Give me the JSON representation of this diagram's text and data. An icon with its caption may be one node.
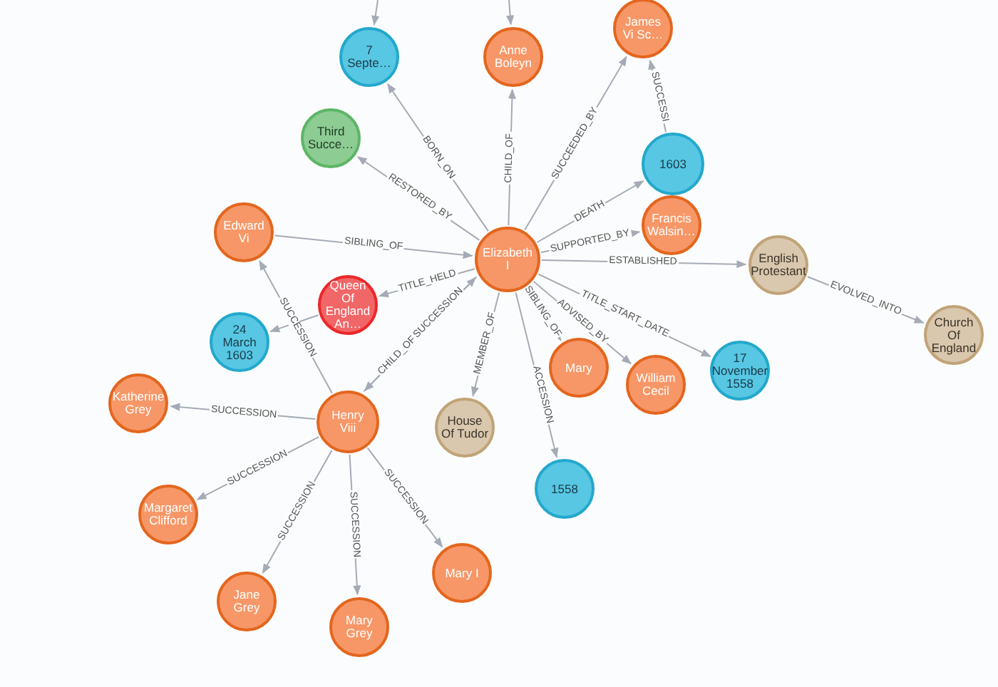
{
  "diagram": {
    "nodes": [
      {
        "text": [
          "Elizabeth I"
        ]
      },
      {
        "text": [
          "7 Septe…"
        ]
      },
      {
        "text": [
          "Anne Boleyn"
        ]
      },
      {
        "text": [
          "James Vi Sc…"
        ]
      },
      {
        "text": [
          "Third Succe…"
        ]
      },
      {
        "text": [
          "1603"
        ]
      },
      {
        "text": [
          "Edward Vi"
        ]
      },
      {
        "text": [
          "Francis Walsin…"
        ]
      },
      {
        "text": [
          "English Protestant"
        ]
      },
      {
        "text": [
          "Queen Of England An…"
        ]
      },
      {
        "text": [
          "24 March 1603"
        ]
      },
      {
        "text": [
          "Church Of England"
        ]
      },
      {
        "text": [
          "Mary"
        ]
      },
      {
        "text": [
          "William Cecil"
        ]
      },
      {
        "text": [
          "17 November 1558"
        ]
      },
      {
        "text": [
          "Katherine Grey"
        ]
      },
      {
        "text": [
          "Henry Viii"
        ]
      },
      {
        "text": [
          "House Of Tudor"
        ]
      },
      {
        "text": [
          "1558"
        ]
      },
      {
        "text": [
          "Margaret Clifford"
        ]
      },
      {
        "text": [
          "Mary I"
        ]
      },
      {
        "text": [
          "Jane Grey"
        ]
      },
      {
        "text": [
          "Mary Grey"
        ]
      }
    ],
    "edges": [
      {
        "from": null,
        "to": 1,
        "arrow": "to"
      },
      {
        "from": null,
        "to": 2,
        "arrow": "to"
      },
      {
        "from": 0,
        "to": 1,
        "arrow": "to",
        "label": "BORN_ON"
      },
      {
        "from": 0,
        "to": 2,
        "arrow": "to",
        "label": "CHILD_OF"
      },
      {
        "from": 0,
        "to": 3,
        "arrow": "to",
        "label": "SUCCEEDED_BY"
      },
      {
        "from": 0,
        "to": 4,
        "arrow": "to",
        "label": "RESTORED_BY"
      },
      {
        "from": 0,
        "to": 5,
        "arrow": "to",
        "label": "DEATH"
      },
      {
        "from": 5,
        "to": 3,
        "arrow": "to",
        "label": "SUCCESSI"
      },
      {
        "from": 6,
        "to": 0,
        "arrow": "to",
        "label": "SIBLING_OF"
      },
      {
        "from": 0,
        "to": 7,
        "arrow": "to",
        "label": "SUPPORTED_BY"
      },
      {
        "from": 0,
        "to": 8,
        "arrow": "to",
        "label": "ESTABLISHED"
      },
      {
        "from": 0,
        "to": 9,
        "arrow": "to",
        "label": "TITLE_HELD"
      },
      {
        "from": 9,
        "to": 10,
        "arrow": "to"
      },
      {
        "from": 16,
        "to": 6,
        "arrow": "to",
        "label": "SUCCESSION"
      },
      {
        "from": 16,
        "to": 0,
        "arrow": "to",
        "label": "SUCCESSION"
      },
      {
        "from": 0,
        "to": 16,
        "arrow": "to",
        "label": "CHILD_OF"
      },
      {
        "from": 0,
        "to": 17,
        "arrow": "to",
        "label": "MEMBER_OF"
      },
      {
        "from": 0,
        "to": 12,
        "arrow": "to",
        "label": "SIBLING_OF"
      },
      {
        "from": 0,
        "to": 18,
        "arrow": "to",
        "label": "ACCESSION"
      },
      {
        "from": 0,
        "to": 13,
        "arrow": "to",
        "label": "ADVISED_BY"
      },
      {
        "from": 0,
        "to": 14,
        "arrow": "to",
        "label": "TITLE_START_DATE"
      },
      {
        "from": 8,
        "to": 11,
        "arrow": "to",
        "label": "EVOLVED_INTO"
      },
      {
        "from": 16,
        "to": 15,
        "arrow": "to",
        "label": "SUCCESSION"
      },
      {
        "from": 16,
        "to": 19,
        "arrow": "to",
        "label": "SUCCESSION"
      },
      {
        "from": 16,
        "to": 21,
        "arrow": "to",
        "label": "SUCCESSION"
      },
      {
        "from": 16,
        "to": 22,
        "arrow": "to",
        "label": "SUCCESSION"
      },
      {
        "from": 16,
        "to": 20,
        "arrow": "to",
        "label": "SUCCESSION"
      }
    ]
  }
}
